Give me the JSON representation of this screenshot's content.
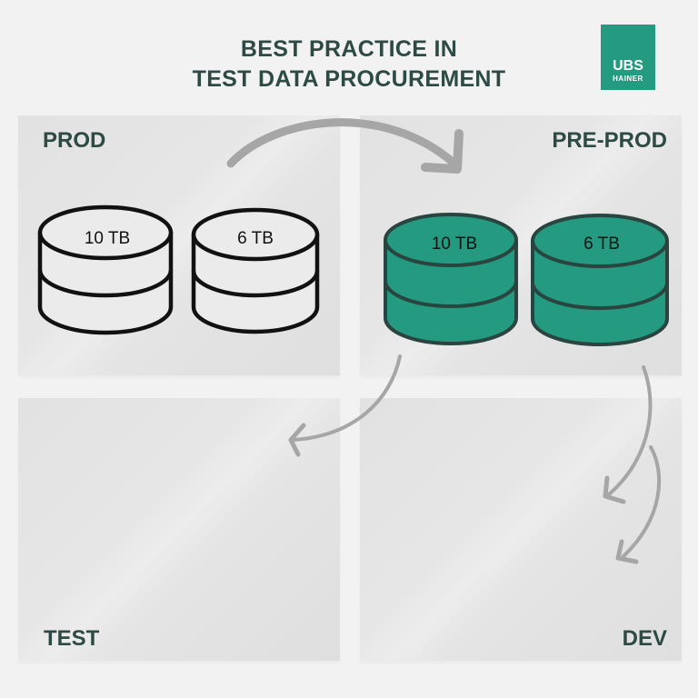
{
  "header": {
    "title_line1": "BEST PRACTICE IN",
    "title_line2": "TEST DATA PROCUREMENT",
    "logo": {
      "line1": "UBS",
      "line2": "HAINER",
      "color": "#249a80"
    }
  },
  "panels": {
    "prod": {
      "label": "PROD",
      "databases": [
        {
          "label": "10 TB"
        },
        {
          "label": "6 TB"
        }
      ]
    },
    "preprod": {
      "label": "PRE-PROD",
      "databases": [
        {
          "label": "10 TB"
        },
        {
          "label": "6 TB"
        }
      ]
    },
    "test": {
      "label": "TEST"
    },
    "dev": {
      "label": "DEV"
    }
  },
  "colors": {
    "title": "#2d4a44",
    "db_fill": "#249a80",
    "db_stroke": "#2a4540",
    "arrow": "#a6a6a6",
    "panel": "#e4e4e4",
    "background": "#f2f2f2"
  },
  "arrows": [
    {
      "from": "PROD",
      "to": "PRE-PROD"
    },
    {
      "from": "PRE-PROD",
      "to": "TEST"
    },
    {
      "from": "PRE-PROD",
      "to": "DEV"
    },
    {
      "from": "PRE-PROD",
      "to": "DEV"
    }
  ]
}
